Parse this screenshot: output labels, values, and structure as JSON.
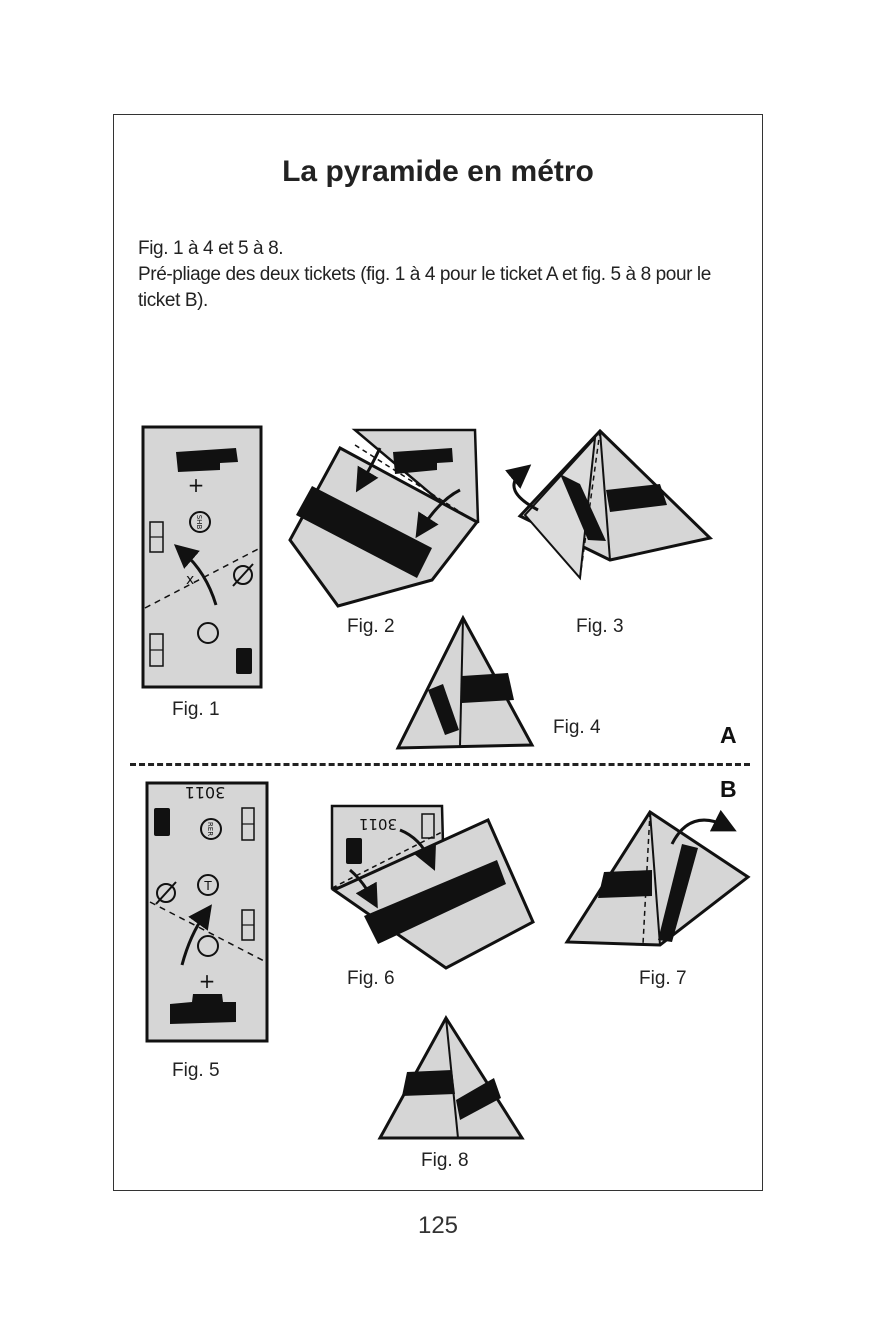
{
  "title": "La pyramide en métro",
  "intro": {
    "line1": "Fig. 1 à 4 et 5 à 8.",
    "line2": "Pré-pliage des deux tickets (fig. 1 à 4 pour le ticket A et fig. 5 à 8 pour le ticket B)."
  },
  "figures": {
    "fig1": "Fig. 1",
    "fig2": "Fig. 2",
    "fig3": "Fig. 3",
    "fig4": "Fig. 4",
    "fig5": "Fig. 5",
    "fig6": "Fig. 6",
    "fig7": "Fig. 7",
    "fig8": "Fig. 8"
  },
  "sections": {
    "a": "A",
    "b": "B"
  },
  "ticket_marks": {
    "code": "3011",
    "stamp_a": "SHB",
    "stamp_b": "RER",
    "letter": "T"
  },
  "page_number": "125",
  "colors": {
    "paper": "#d6d6d6",
    "ink": "#111111",
    "frame": "#333333"
  }
}
